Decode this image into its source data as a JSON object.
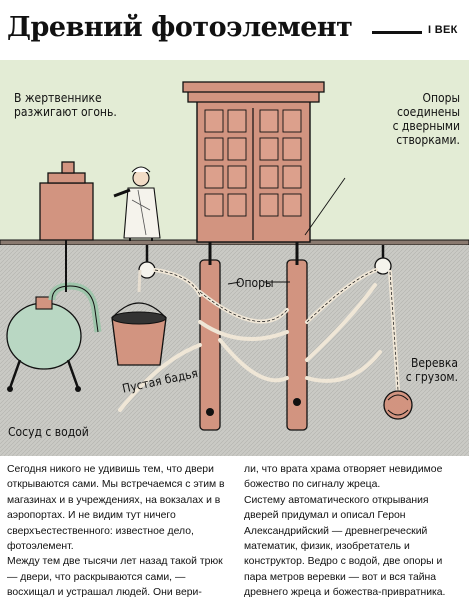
{
  "header": {
    "title": "Древний фотоэлемент",
    "century": "I ВЕК"
  },
  "labels": {
    "altar_fire": [
      "В жертвеннике",
      "разжигают огонь."
    ],
    "supports_doors": [
      "Опоры",
      "соединены",
      "с дверными",
      "створками."
    ],
    "supports": "Опоры",
    "empty_bucket": "Пустая бадья",
    "rope_weight": [
      "Веревка",
      "с грузом."
    ],
    "water_vessel": "Сосуд с водой"
  },
  "article": {
    "col1": [
      "Сегодня никого не удивишь тем, что двери открываются сами. Мы встречаемся с этим в магазинах и в учреждениях, на вокзалах и в аэропортах. И не видим тут ничего сверхъестественного: известное дело, фотоэлемент.",
      "Между тем две тысячи лет назад такой трюк — двери, что раскрываются сами, — восхищал и устрашал людей. Они вери-"
    ],
    "col2": [
      "ли, что врата храма отворяет невидимое божество по сигналу жреца.",
      "Систему автоматического открывания дверей придумал и описал Герон Александрийский — древнегреческий математик, физик, изобретатель и конструктор. Ведро с водой, две опоры и пара метров веревки — вот и вся тайна древнего жреца и божества-привратника."
    ]
  },
  "colors": {
    "background": "#e3ecd5",
    "ground": "#c9c9c4",
    "brick": "#d29480",
    "water": "#b9d7c3",
    "ink": "#111111"
  }
}
